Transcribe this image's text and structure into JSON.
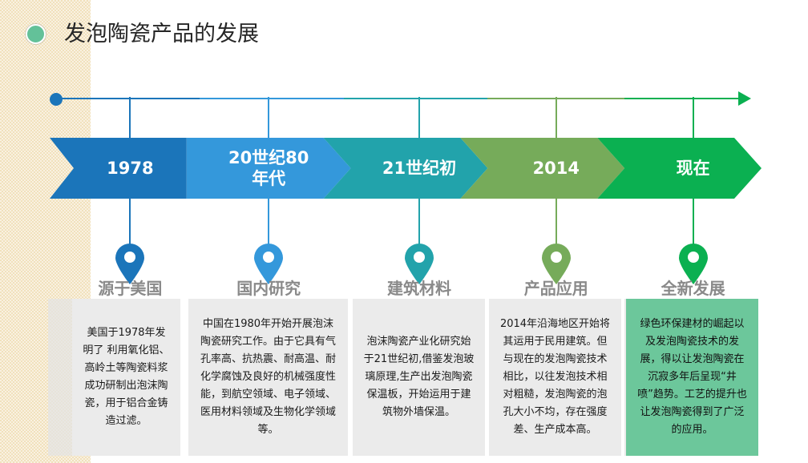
{
  "page": {
    "title": "发泡陶瓷产品的发展",
    "bullet_color": "#63c199",
    "background": "#ffffff",
    "texture_color": "#f1e1bc"
  },
  "axis": {
    "start_dot_color": "#1b75ba",
    "arrow_head_color": "#0bb051"
  },
  "timeline": {
    "segments": [
      {
        "label": "1978",
        "color": "#1b75ba",
        "marker_label": "源于美国",
        "pin_color": "#1b75ba",
        "body": "美国于1978年发明了 利用氧化铝、高岭土等陶瓷料浆成功研制出泡沫陶瓷，用于铝合金铸造过滤。",
        "card_color": "#ebebeb"
      },
      {
        "label": "20世纪80年代",
        "color": "#3498db",
        "marker_label": "国内研究",
        "pin_color": "#3498db",
        "body": "中国在1980年开始开展泡沫陶瓷研究工作。由于它具有气孔率高、抗热震、耐高温、耐化学腐蚀及良好的机械强度性能，到航空领域、电子领域、医用材料领域及生物化学领域等。",
        "card_color": "#ebebeb"
      },
      {
        "label": "21世纪初",
        "color": "#22a3ab",
        "marker_label": "建筑材料",
        "pin_color": "#22a3ab",
        "body": "泡沫陶瓷产业化研究始于21世纪初,借鉴发泡玻璃原理,生产出发泡陶瓷保温板，开始运用于建筑物外墙保温。",
        "card_color": "#ebebeb"
      },
      {
        "label": "2014",
        "color": "#76ab5a",
        "marker_label": "产品应用",
        "pin_color": "#76ab5a",
        "body": "2014年沿海地区开始将其运用于民用建筑。但与现在的发泡陶瓷技术相比，以往发泡技术相对粗糙，发泡陶瓷的泡孔大小不均，存在强度差、生产成本高。",
        "card_color": "#ebebeb"
      },
      {
        "label": "现在",
        "color": "#0bb051",
        "marker_label": "全新发展",
        "pin_color": "#0bb051",
        "body": "绿色环保建材的崛起以及发泡陶瓷技术的发展，得以让发泡陶瓷在沉寂多年后呈现“井喷”趋势。工艺的提升也让发泡陶瓷得到了广泛的应用。",
        "card_color": "#6cc79b"
      }
    ]
  }
}
